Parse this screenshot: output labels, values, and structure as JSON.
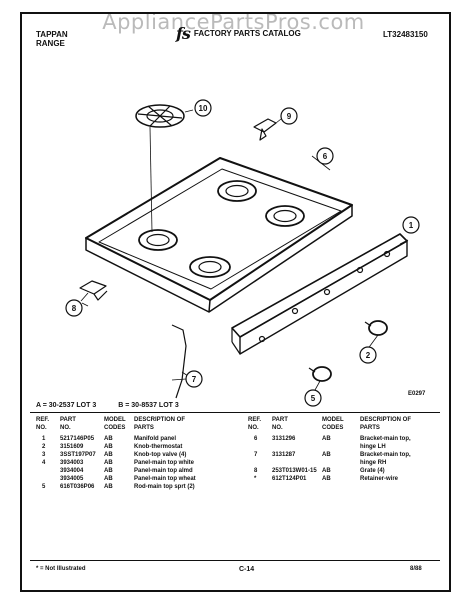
{
  "watermark": "AppliancePartsPros.com",
  "header": {
    "brand_line1": "TAPPAN",
    "brand_line2": "RANGE",
    "logo_text": "fs",
    "catalog_title": "FACTORY PARTS CATALOG",
    "model_number": "LT32483150"
  },
  "diagram": {
    "code": "E0297",
    "callouts": [
      "1",
      "2",
      "5",
      "6",
      "7",
      "8",
      "9",
      "10"
    ]
  },
  "lot_labels": {
    "a": "A = 30-2537 LOT 3",
    "b": "B = 30-8537 LOT 3"
  },
  "parts_table": {
    "headers": {
      "ref": "REF. NO.",
      "part": "PART NO.",
      "model": "MODEL CODES",
      "desc": "DESCRIPTION OF PARTS"
    },
    "left": [
      {
        "ref": "1",
        "part": "5217146P05",
        "model": "AB",
        "desc": "Manifold panel"
      },
      {
        "ref": "2",
        "part": "3151609",
        "model": "AB",
        "desc": "Knob-thermostat"
      },
      {
        "ref": "3",
        "part": "3SST197P07",
        "model": "AB",
        "desc": "Knob-top valve (4)"
      },
      {
        "ref": "4",
        "part": "3934003",
        "model": "AB",
        "desc": "Panel-main top white"
      },
      {
        "ref": "",
        "part": "3934004",
        "model": "AB",
        "desc": "Panel-main top almd"
      },
      {
        "ref": "",
        "part": "3934005",
        "model": "AB",
        "desc": "Panel-main top wheat"
      },
      {
        "ref": "5",
        "part": "616T036P06",
        "model": "AB",
        "desc": "Rod-main top sprt (2)"
      }
    ],
    "right": [
      {
        "ref": "6",
        "part": "3131296",
        "model": "AB",
        "desc": "Bracket-main top, hinge LH"
      },
      {
        "ref": "7",
        "part": "3131287",
        "model": "AB",
        "desc": "Bracket-main top, hinge RH"
      },
      {
        "ref": "8",
        "part": "253T013W01-15",
        "model": "AB",
        "desc": "Grate (4)"
      },
      {
        "ref": "*",
        "part": "612T124P01",
        "model": "AB",
        "desc": "Retainer-wire"
      }
    ]
  },
  "footer": {
    "note": "* = Not Illustrated",
    "page": "C-14",
    "date": "8/88"
  }
}
